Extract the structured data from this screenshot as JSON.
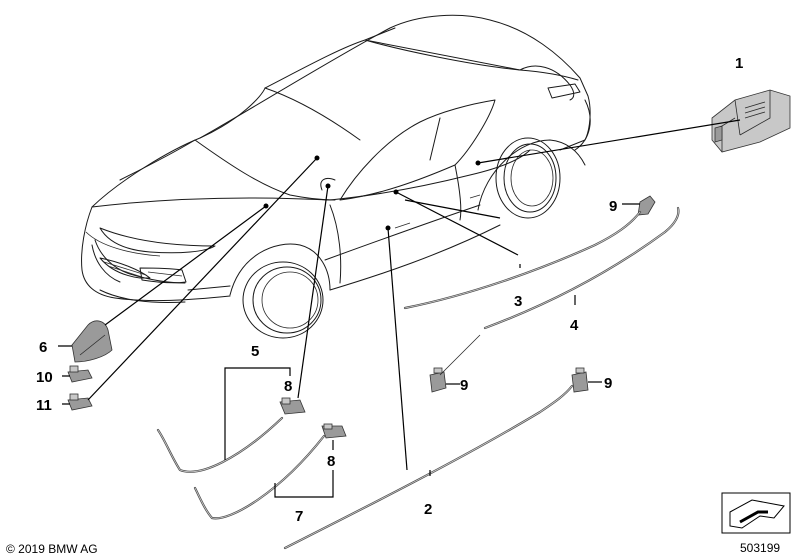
{
  "callouts": {
    "n1": "1",
    "n2": "2",
    "n3": "3",
    "n4": "4",
    "n5": "5",
    "n6": "6",
    "n7": "7",
    "n8a": "8",
    "n8b": "8",
    "n9a": "9",
    "n9b": "9",
    "n9c": "9",
    "n10": "10",
    "n11": "11"
  },
  "footer": {
    "copyright": "© 2019 BMW AG",
    "diagram_number": "503199"
  },
  "colors": {
    "line": "#1a1a1a",
    "part_fill": "#9a9a9a",
    "strip": "#4a4a4a"
  }
}
